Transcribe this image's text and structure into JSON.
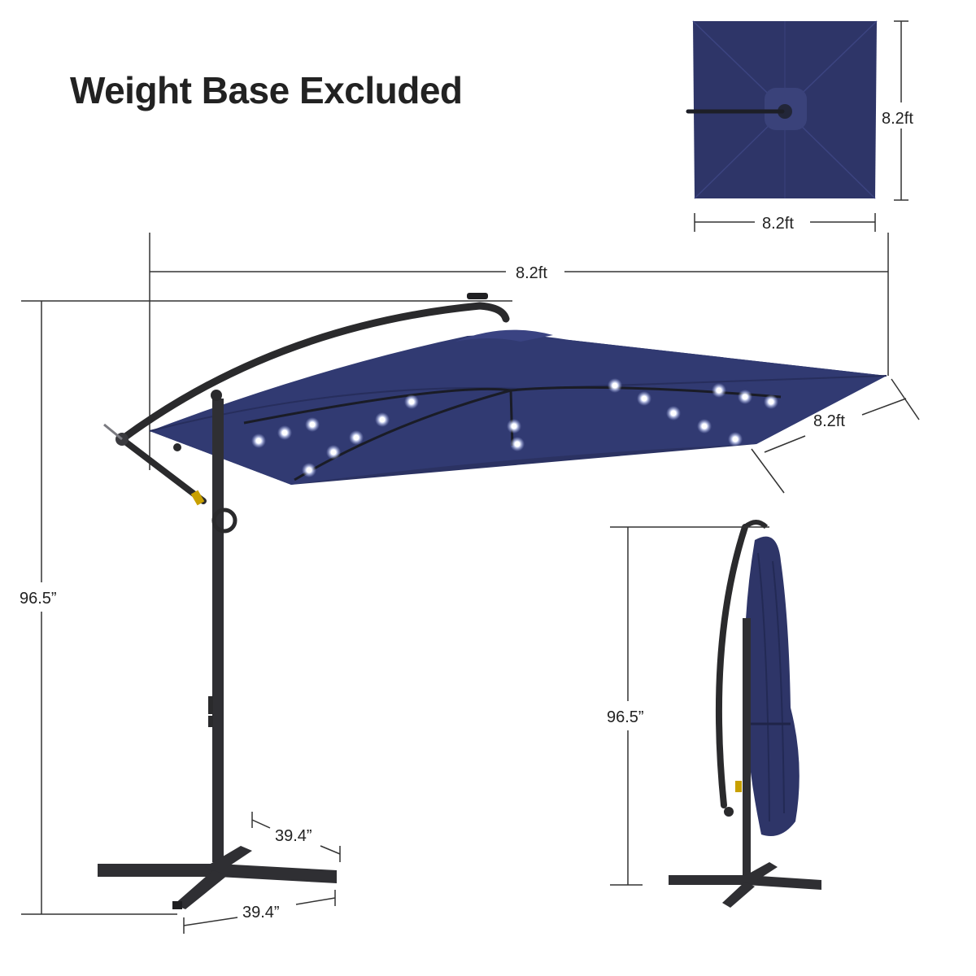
{
  "heading": "Weight Base Excluded",
  "dimensions": {
    "top_view_height": "8.2ft",
    "top_view_width": "8.2ft",
    "canopy_width": "8.2ft",
    "canopy_depth": "8.2ft",
    "total_height": "96.5”",
    "folded_height": "96.5”",
    "base_leg_side": "39.4”",
    "base_leg_front": "39.4”"
  },
  "colors": {
    "canopy": "#2e3568",
    "canopy_dark": "#232a55",
    "frame": "#2a2a2c",
    "led": "#f4f7ff",
    "text": "#222222",
    "dimension_line": "#333333"
  }
}
